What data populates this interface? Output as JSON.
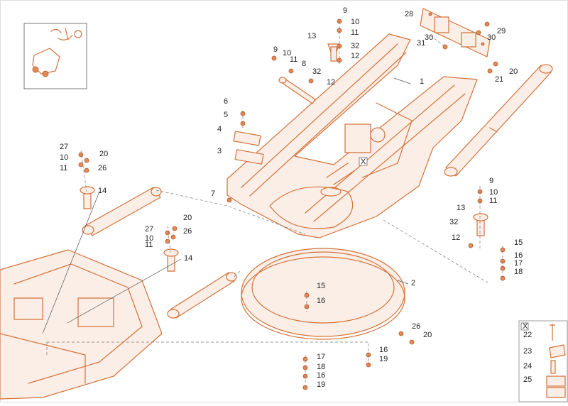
{
  "callouts": [
    {
      "id": "c9a",
      "text": "9"
    },
    {
      "id": "c10a",
      "text": "10"
    },
    {
      "id": "c11a",
      "text": "11"
    },
    {
      "id": "c13a",
      "text": "13"
    },
    {
      "id": "c32a",
      "text": "32"
    },
    {
      "id": "c12a",
      "text": "12"
    },
    {
      "id": "c9b",
      "text": "9"
    },
    {
      "id": "c10b",
      "text": "10"
    },
    {
      "id": "c11b",
      "text": "11"
    },
    {
      "id": "c8",
      "text": "8"
    },
    {
      "id": "c32b",
      "text": "32"
    },
    {
      "id": "c12b",
      "text": "12"
    },
    {
      "id": "c28",
      "text": "28"
    },
    {
      "id": "c29",
      "text": "29"
    },
    {
      "id": "c30a",
      "text": "30"
    },
    {
      "id": "c31",
      "text": "31"
    },
    {
      "id": "c30b",
      "text": "30"
    },
    {
      "id": "c20a",
      "text": "20"
    },
    {
      "id": "c21",
      "text": "21"
    },
    {
      "id": "c1",
      "text": "1"
    },
    {
      "id": "c6",
      "text": "6"
    },
    {
      "id": "c5",
      "text": "5"
    },
    {
      "id": "c4",
      "text": "4"
    },
    {
      "id": "c3",
      "text": "3"
    },
    {
      "id": "c7",
      "text": "7"
    },
    {
      "id": "c27a",
      "text": "27"
    },
    {
      "id": "c20b",
      "text": "20"
    },
    {
      "id": "c10c",
      "text": "10"
    },
    {
      "id": "c11c",
      "text": "11"
    },
    {
      "id": "c26a",
      "text": "26"
    },
    {
      "id": "c14a",
      "text": "14"
    },
    {
      "id": "c20c",
      "text": "20"
    },
    {
      "id": "c27b",
      "text": "27"
    },
    {
      "id": "c26b",
      "text": "26"
    },
    {
      "id": "c10d",
      "text": "10"
    },
    {
      "id": "c11d",
      "text": "11"
    },
    {
      "id": "c14b",
      "text": "14"
    },
    {
      "id": "c9c",
      "text": "9"
    },
    {
      "id": "c10e",
      "text": "10"
    },
    {
      "id": "c11e",
      "text": "11"
    },
    {
      "id": "c13b",
      "text": "13"
    },
    {
      "id": "c32c",
      "text": "32"
    },
    {
      "id": "c12c",
      "text": "12"
    },
    {
      "id": "c15a",
      "text": "15"
    },
    {
      "id": "c16a",
      "text": "16"
    },
    {
      "id": "c17a",
      "text": "17"
    },
    {
      "id": "c18a",
      "text": "18"
    },
    {
      "id": "c2",
      "text": "2"
    },
    {
      "id": "c15b",
      "text": "15"
    },
    {
      "id": "c16b",
      "text": "16"
    },
    {
      "id": "c26c",
      "text": "26"
    },
    {
      "id": "c20d",
      "text": "20"
    },
    {
      "id": "c16c",
      "text": "16"
    },
    {
      "id": "c19a",
      "text": "19"
    },
    {
      "id": "c17b",
      "text": "17"
    },
    {
      "id": "c18b",
      "text": "18"
    },
    {
      "id": "c16d",
      "text": "16"
    },
    {
      "id": "c19b",
      "text": "19"
    },
    {
      "id": "c22",
      "text": "22"
    },
    {
      "id": "c23",
      "text": "23"
    },
    {
      "id": "c24",
      "text": "24"
    },
    {
      "id": "c25",
      "text": "25"
    }
  ],
  "detail_markers": {
    "frame_marker": "X",
    "box_marker": "X"
  }
}
